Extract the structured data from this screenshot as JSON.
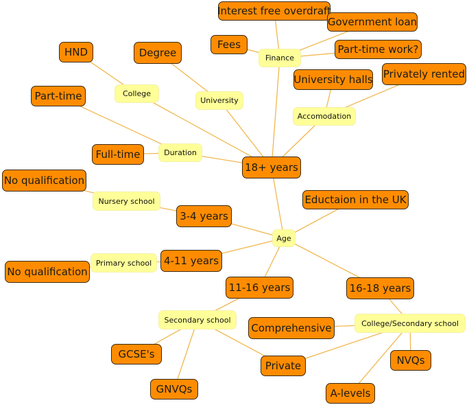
{
  "mindmap": {
    "root": "Age",
    "nodes": {
      "age": "Age",
      "educ_uk": "Eductaion in the UK",
      "y18": "18+ years",
      "y34": "3-4 years",
      "y411": "4-11 years",
      "y1116": "11-16 years",
      "y1618": "16-18 years",
      "nursery": "Nursery school",
      "noqual1": "No qualification",
      "primary": "Primary school",
      "noqual2": "No qualification",
      "secondary": "Secondary school",
      "gcse": "GCSE's",
      "gnvq": "GNVQs",
      "private": "Private",
      "comprehensive": "Comprehensive",
      "college_secondary": "College/Secondary school",
      "nvqs": "NVQs",
      "alevels": "A-levels",
      "duration": "Duration",
      "fulltime": "Full-time",
      "parttime": "Part-time",
      "college": "College",
      "hnd": "HND",
      "university": "University",
      "degree": "Degree",
      "finance": "Finance",
      "fees": "Fees",
      "overdraft": "Interest free overdraft",
      "govloan": "Government loan",
      "ptwork": "Part-time work?",
      "accom": "Accomodation",
      "halls": "University halls",
      "rented": "Privately rented"
    },
    "connections": [
      [
        "age",
        "educ_uk"
      ],
      [
        "age",
        "y18"
      ],
      [
        "age",
        "y34"
      ],
      [
        "age",
        "y411"
      ],
      [
        "age",
        "y1116"
      ],
      [
        "age",
        "y1618"
      ],
      [
        "y34",
        "nursery"
      ],
      [
        "nursery",
        "noqual1"
      ],
      [
        "y411",
        "primary"
      ],
      [
        "primary",
        "noqual2"
      ],
      [
        "y1116",
        "secondary"
      ],
      [
        "secondary",
        "gcse"
      ],
      [
        "secondary",
        "gnvq"
      ],
      [
        "secondary",
        "private"
      ],
      [
        "y1618",
        "college_secondary"
      ],
      [
        "college_secondary",
        "comprehensive"
      ],
      [
        "college_secondary",
        "private"
      ],
      [
        "college_secondary",
        "nvqs"
      ],
      [
        "college_secondary",
        "alevels"
      ],
      [
        "y18",
        "duration"
      ],
      [
        "duration",
        "fulltime"
      ],
      [
        "duration",
        "parttime"
      ],
      [
        "y18",
        "university"
      ],
      [
        "university",
        "degree"
      ],
      [
        "y18",
        "college"
      ],
      [
        "college",
        "hnd"
      ],
      [
        "y18",
        "finance"
      ],
      [
        "finance",
        "fees"
      ],
      [
        "finance",
        "overdraft"
      ],
      [
        "finance",
        "govloan"
      ],
      [
        "finance",
        "ptwork"
      ],
      [
        "y18",
        "accom"
      ],
      [
        "accom",
        "halls"
      ],
      [
        "accom",
        "rented"
      ]
    ],
    "colors": {
      "branch": "#ff8c00",
      "hub": "#ffff99",
      "line": "#f0b850"
    }
  }
}
